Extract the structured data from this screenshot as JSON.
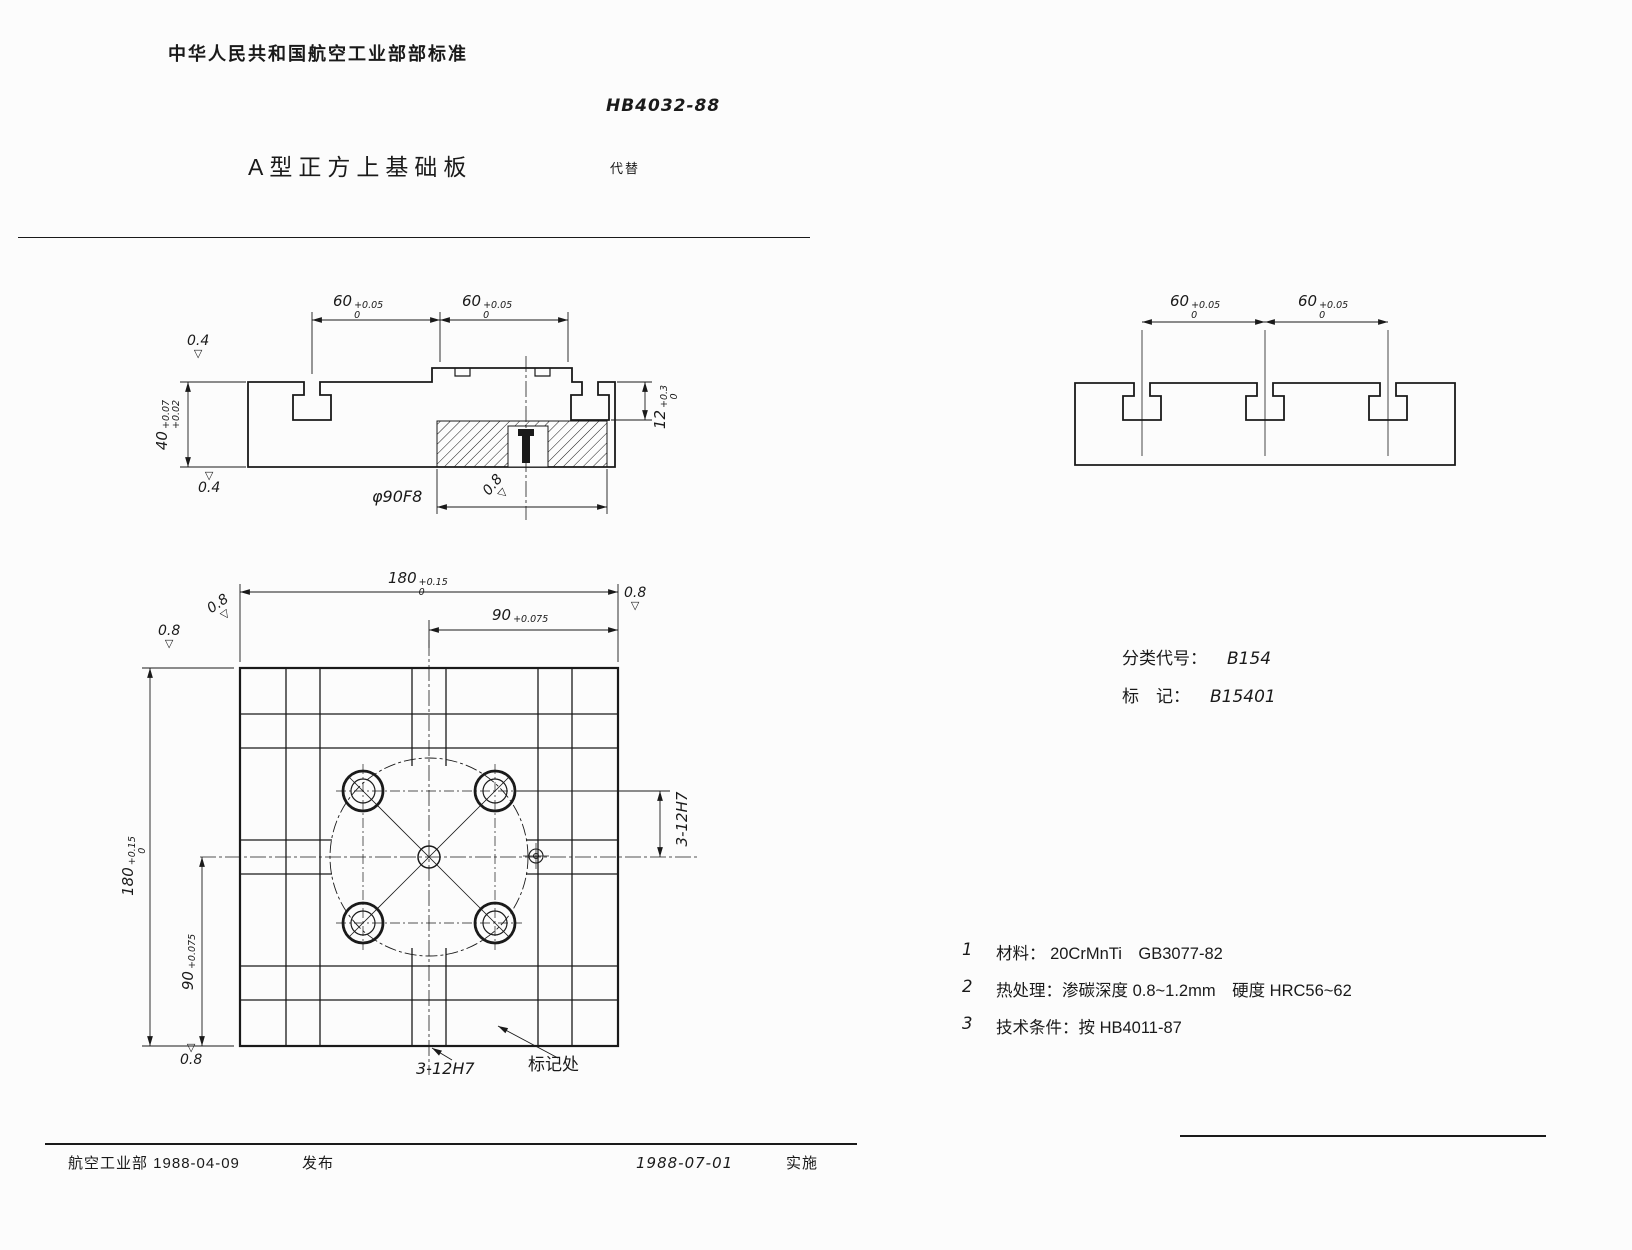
{
  "header": {
    "org": "中华人民共和国航空工业部部标准",
    "code": "HB4032-88",
    "title": "A型正方上基础板",
    "replaces": "代替"
  },
  "symbols": {
    "finish": "▽"
  },
  "dims": {
    "d60": {
      "base": "60",
      "sup": "+0.05",
      "sub": "0"
    },
    "d180": {
      "base": "180",
      "sup": "+0.15",
      "sub": "0"
    },
    "d90": {
      "base": "90",
      "sup": "+0.075",
      "sub": ""
    },
    "d40": {
      "base": "40",
      "sup": "+0.07",
      "sub": "+0.02"
    },
    "d12": {
      "base": "12",
      "sup": "+0.3",
      "sub": "0"
    },
    "d90f8": "φ90F8",
    "holes": "3-12H7",
    "mark_spot": "标记处",
    "r04": "0.4",
    "r08": "0.8"
  },
  "classification": {
    "class_label": "分类代号：",
    "class_value": "B154",
    "mark_label": "标　记：",
    "mark_value": "B15401"
  },
  "notes": [
    {
      "no": "1",
      "text": "材料： 20CrMnTi　GB3077-82"
    },
    {
      "no": "2",
      "text": "热处理：渗碳深度 0.8~1.2mm　硬度 HRC56~62"
    },
    {
      "no": "3",
      "text": "技术条件：按 HB4011-87"
    }
  ],
  "footer": {
    "issue_org_date": "航空工业部 1988-04-09",
    "issue_label": "发布",
    "impl_date": "1988-07-01",
    "impl_label": "实施"
  }
}
